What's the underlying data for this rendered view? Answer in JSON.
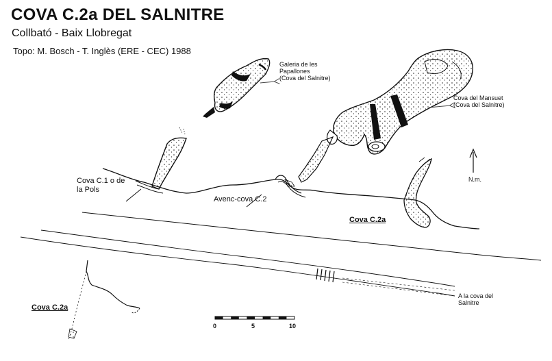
{
  "header": {
    "title": "COVA C.2a DEL SALNITRE",
    "subtitle": "Collbató - Baix Llobregat",
    "topo": "Topo: M. Bosch - T. Inglès (ERE - CEC)  1988"
  },
  "labels": {
    "galeria": [
      "Galeria de les",
      "Papallones",
      "(Cova del Salnitre)"
    ],
    "mansuet": [
      "Cova del Mansuet",
      "(Cova del Salnitre)"
    ],
    "north": "N.m.",
    "cova_c1": [
      "Cova C.1 o de",
      "la Pols"
    ],
    "avenc": "Avenc-cova C.2",
    "cova_c2a_main": "Cova C.2a",
    "cova_c2a_inset": "Cova C.2a",
    "salnitre": [
      "A la cova del",
      "Salnitre"
    ]
  },
  "scale": {
    "ticks": [
      "0",
      "5",
      "10"
    ]
  },
  "colors": {
    "ink": "#111111",
    "background": "#ffffff"
  }
}
